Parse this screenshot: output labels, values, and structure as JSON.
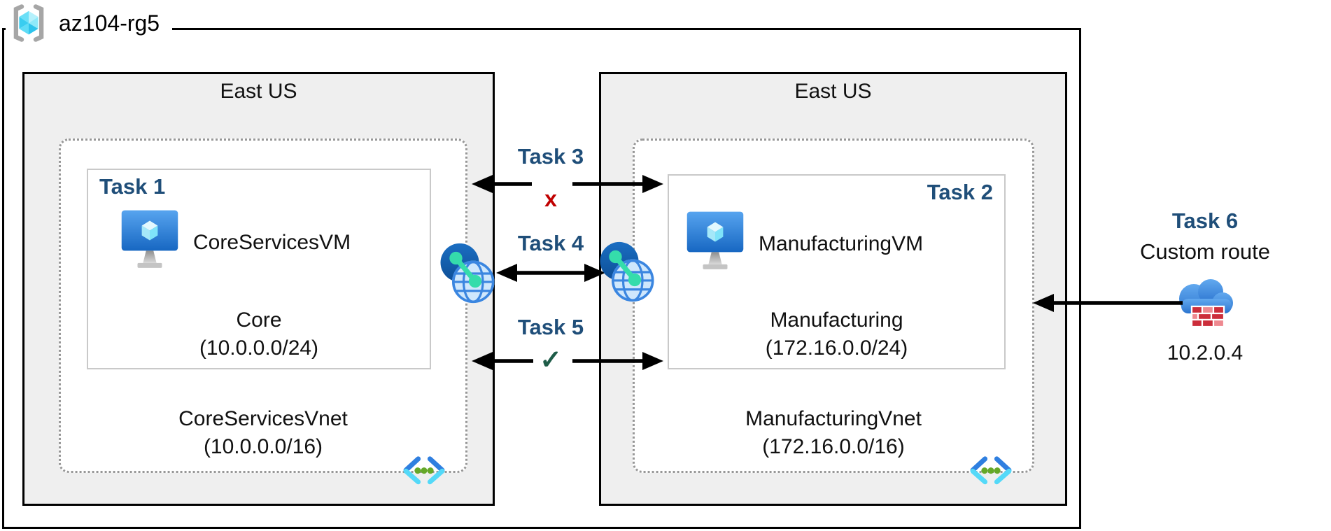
{
  "resource_group": {
    "name": "az104-rg5"
  },
  "regions": [
    {
      "label": "East US",
      "vnet": {
        "name": "CoreServicesVnet",
        "cidr": "(10.0.0.0/16)"
      },
      "subnet": {
        "task": "Task 1",
        "vm_name": "CoreServicesVM",
        "name": "Core",
        "cidr": "(10.0.0.0/24)"
      }
    },
    {
      "label": "East US",
      "vnet": {
        "name": "ManufacturingVnet",
        "cidr": "(172.16.0.0/16)"
      },
      "subnet": {
        "task": "Task 2",
        "vm_name": "ManufacturingVM",
        "name": "Manufacturing",
        "cidr": "(172.16.0.0/24)"
      }
    }
  ],
  "connections": {
    "task3": {
      "label": "Task 3",
      "symbol": "x"
    },
    "task4": {
      "label": "Task 4"
    },
    "task5": {
      "label": "Task 5",
      "symbol": "✓"
    }
  },
  "custom_route": {
    "label": "Task 6",
    "sublabel": "Custom route",
    "ip": "10.2.0.4"
  },
  "icons": {
    "resource_group": "resource-group-brackets-cube-icon",
    "virtual_machine": "vm-monitor-cube-icon",
    "virtual_network": "vnet-angle-brackets-icon",
    "peering": "network-globe-peering-icon",
    "custom_route": "cloud-firewall-icon"
  },
  "colors": {
    "task_label": "#1f4e79",
    "cross": "#c00000",
    "check": "#1e5c48",
    "region_fill": "#efefef",
    "border": "#000000",
    "dotted_border": "#979797"
  }
}
